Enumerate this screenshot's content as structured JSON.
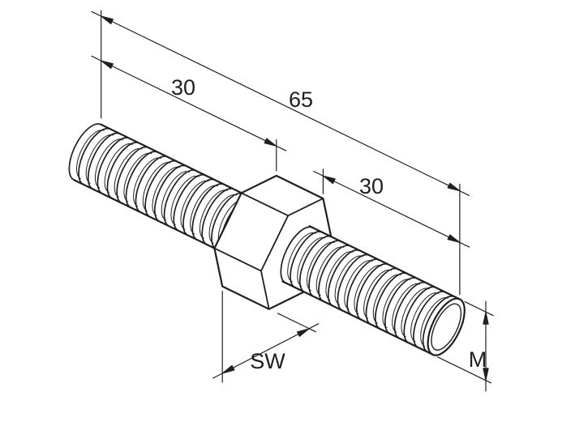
{
  "drawing": {
    "labels": {
      "left_length": "30",
      "overall_length": "65",
      "right_length": "30",
      "wrench_size": "SW",
      "thread_size": "M"
    },
    "colors": {
      "ink": "#1f1f1f",
      "background": "#ffffff"
    }
  }
}
